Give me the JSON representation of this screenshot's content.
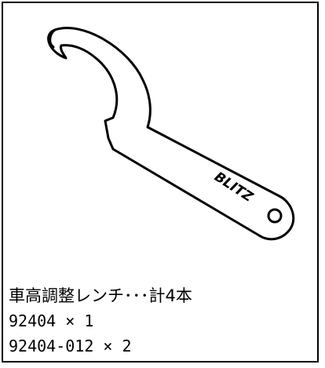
{
  "product": {
    "brand_logo": "BLITZ",
    "title": "車高調整レンチ･･･計4本",
    "parts": [
      {
        "line": "92404 × 1"
      },
      {
        "line": "92404-012 × 2"
      }
    ]
  },
  "colors": {
    "outline": "#000000",
    "fill": "#ffffff"
  }
}
